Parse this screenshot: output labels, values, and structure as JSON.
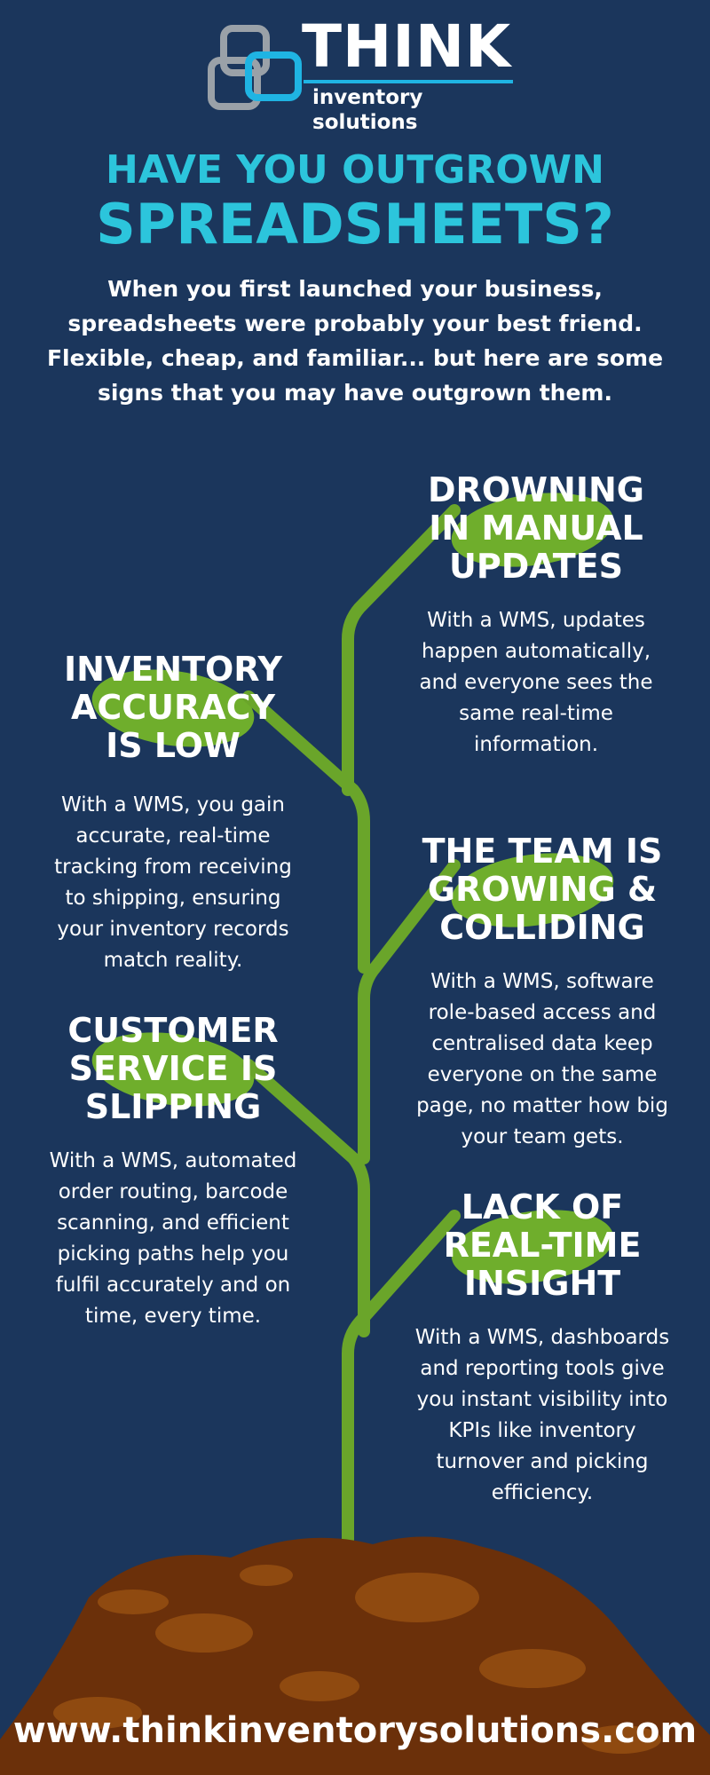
{
  "brand": {
    "name": "THINK",
    "tagline": "inventory solutions",
    "logo_icon": "linked-squares-logo",
    "colors": {
      "accent": "#1fb4e3",
      "grey": "#9aa1a8"
    }
  },
  "headline": {
    "line1": "HAVE YOU OUTGROWN",
    "line2": "SPREADSHEETS?"
  },
  "intro": "When you first launched your business,\nspreadsheets were probably your best friend.\nFlexible, cheap, and familiar... but here are some\nsigns that you may have outgrown them.",
  "signs": [
    {
      "title": "DROWNING\nIN MANUAL\nUPDATES",
      "text": "With a WMS, updates\nhappen automatically,\nand everyone sees the\nsame real-time\ninformation."
    },
    {
      "title": "INVENTORY\nACCURACY\nIS LOW",
      "text": "With a WMS, you gain\naccurate, real-time\ntracking from receiving\nto shipping, ensuring\nyour inventory records\nmatch reality."
    },
    {
      "title": "THE TEAM IS\nGROWING &\nCOLLIDING",
      "text": "With a WMS, software\nrole-based access and\ncentralised data keep\neveryone on the same\npage, no matter how big\nyour team gets."
    },
    {
      "title": "CUSTOMER\nSERVICE IS\nSLIPPING",
      "text": "With a WMS, automated\norder routing, barcode\nscanning, and efficient\npicking paths help you\nfulfil accurately and on\ntime, every time."
    },
    {
      "title": "LACK OF\nREAL-TIME\nINSIGHT",
      "text": "With a WMS, dashboards\nand reporting tools give\nyou instant visibility into\nKPIs like inventory\nturnover and picking\nefficiency."
    }
  ],
  "footer": {
    "website": "www.thinkinventorysolutions.com"
  },
  "theme": {
    "background": "#1b365c",
    "headline_color": "#2cc5dc",
    "stem_color": "#6aa52a",
    "leaf_color": "#6fae2c",
    "soil_dark": "#6b300a",
    "soil_light": "#8f4a10"
  }
}
